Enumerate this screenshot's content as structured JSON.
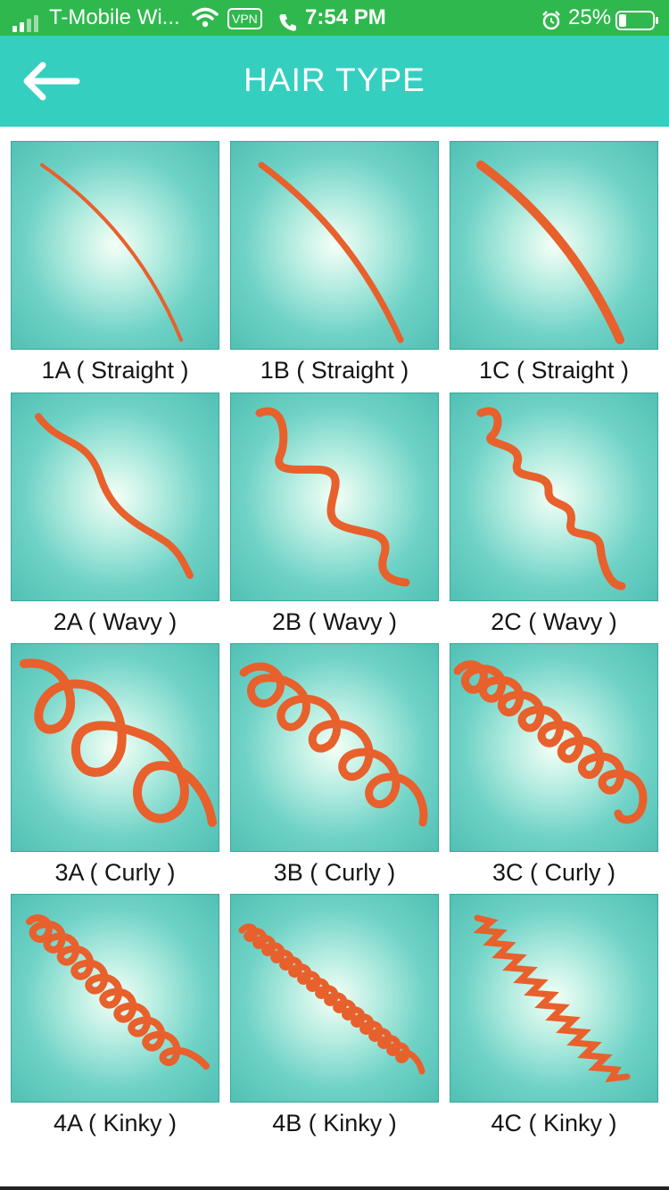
{
  "status_bar": {
    "carrier": "T-Mobile Wi...",
    "vpn": "VPN",
    "time": "7:54 PM",
    "battery": "25%"
  },
  "header": {
    "title": "HAIR TYPE"
  },
  "hair_types": [
    {
      "label": "1A ( Straight )",
      "icon": "straight-strand-icon"
    },
    {
      "label": "1B ( Straight )",
      "icon": "straight-strand-icon"
    },
    {
      "label": "1C ( Straight )",
      "icon": "straight-strand-icon"
    },
    {
      "label": "2A ( Wavy )",
      "icon": "wavy-strand-icon"
    },
    {
      "label": "2B ( Wavy )",
      "icon": "wavy-strand-icon"
    },
    {
      "label": "2C ( Wavy )",
      "icon": "wavy-strand-icon"
    },
    {
      "label": "3A ( Curly )",
      "icon": "curly-strand-icon"
    },
    {
      "label": "3B ( Curly )",
      "icon": "curly-strand-icon"
    },
    {
      "label": "3C ( Curly )",
      "icon": "curly-strand-icon"
    },
    {
      "label": "4A ( Kinky )",
      "icon": "kinky-strand-icon"
    },
    {
      "label": "4B ( Kinky )",
      "icon": "kinky-strand-icon"
    },
    {
      "label": "4C ( Kinky )",
      "icon": "kinky-strand-icon"
    }
  ],
  "colors": {
    "status_bar": "#2fb84e",
    "header": "#35cfc0",
    "strand": "#e8602c",
    "tile_center": "#f4fff6",
    "tile_edge": "#52c0b4"
  }
}
